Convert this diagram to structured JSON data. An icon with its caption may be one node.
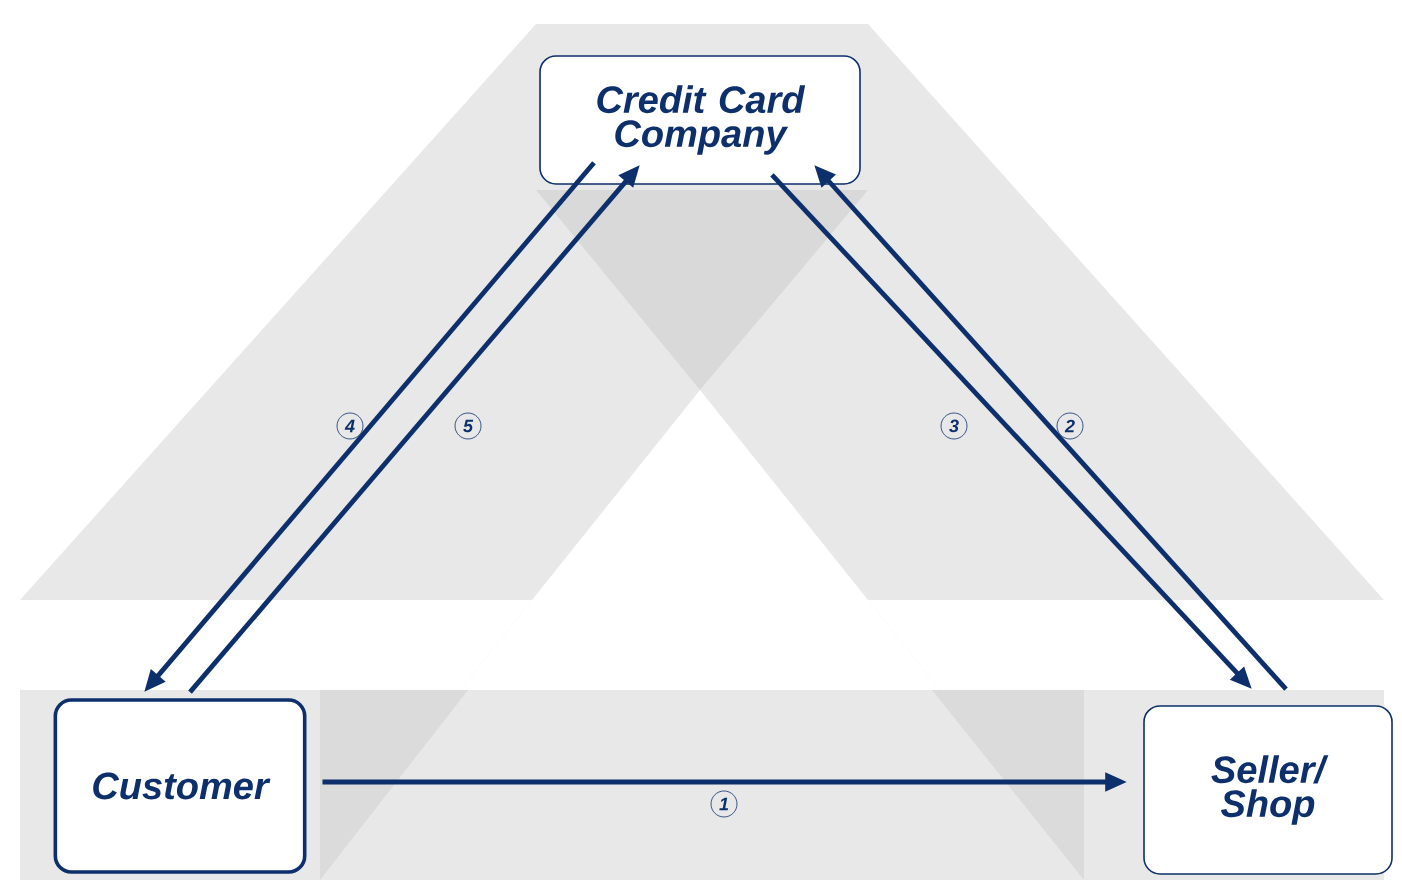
{
  "diagram": {
    "nodes": [
      {
        "text": [
          "Credit Card Company"
        ]
      },
      {
        "text": [
          "Customer"
        ]
      },
      {
        "text": [
          "Seller/ Shop"
        ]
      }
    ],
    "edges": [
      {
        "from": 1,
        "to": 2,
        "arrow": "to",
        "label": "1"
      },
      {
        "from": 2,
        "to": 0,
        "arrow": "to",
        "label": "2"
      },
      {
        "from": 0,
        "to": 2,
        "arrow": "to",
        "label": "3"
      },
      {
        "from": 0,
        "to": 1,
        "arrow": "to",
        "label": "4"
      },
      {
        "from": 1,
        "to": 0,
        "arrow": "to",
        "label": "5"
      }
    ]
  }
}
